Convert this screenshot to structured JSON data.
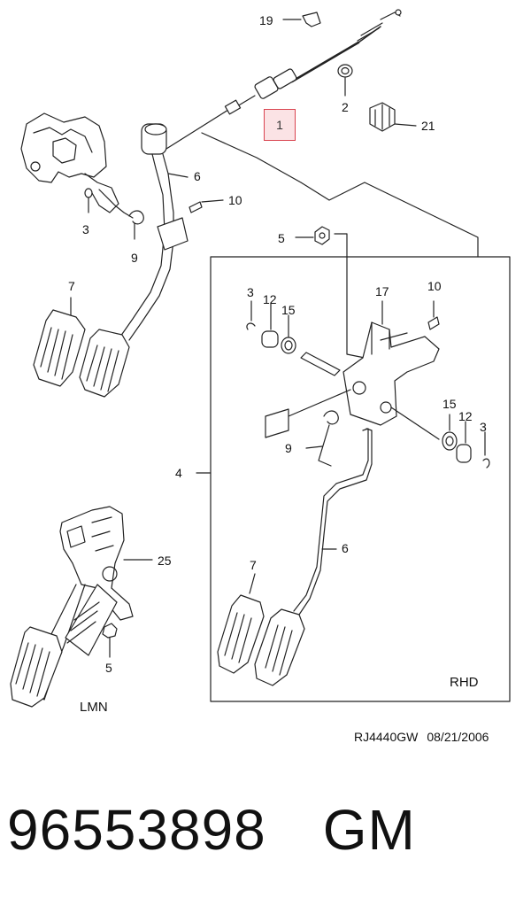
{
  "callouts": {
    "c19": "19",
    "c1": "1",
    "c2": "2",
    "c21": "21",
    "c6_top": "6",
    "c10_top": "10",
    "c3_left": "3",
    "c9_left": "9",
    "c5_top": "5",
    "c7_left": "7",
    "c3_rhd": "3",
    "c12_rhd": "12",
    "c15_rhd": "15",
    "c17": "17",
    "c10_rhd": "10",
    "c4": "4",
    "c9_rhd": "9",
    "c15_right": "15",
    "c12_right": "12",
    "c3_right": "3",
    "c6_rhd": "6",
    "c7_rhd": "7",
    "c25": "25",
    "c5_lmn": "5"
  },
  "labels": {
    "rhd": "RHD",
    "lmn": "LMN"
  },
  "drawing": {
    "id": "RJ4440GW",
    "date": "08/21/2006"
  },
  "part": {
    "number": "96553898",
    "brand": "GM"
  },
  "colors": {
    "highlight_border": "#d9434f",
    "highlight_fill": "#fbe3e5",
    "line": "#222222"
  }
}
